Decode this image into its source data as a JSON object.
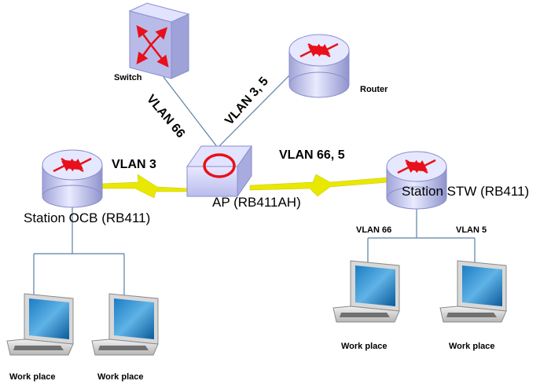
{
  "devices": {
    "switch": {
      "label": "Switch"
    },
    "router": {
      "label": "Router"
    },
    "ap": {
      "label": "AP  (RB411AH)"
    },
    "station_ocb": {
      "label": "Station OCB  (RB411)"
    },
    "station_stw": {
      "label": "Station STW (RB411)"
    }
  },
  "links": {
    "switch_ap": "VLAN 66",
    "router_ap": "VLAN 3, 5",
    "ocb_ap": "VLAN 3",
    "ap_stw": "VLAN 66, 5",
    "stw_left": "VLAN 66",
    "stw_right": "VLAN 5"
  },
  "workplaces": [
    {
      "label": "Work place"
    },
    {
      "label": "Work place"
    },
    {
      "label": "Work place"
    },
    {
      "label": "Work place"
    }
  ],
  "colors": {
    "wire": "#5b7fa6",
    "wireless": "#e8e800",
    "device_body": "#c8cbf0",
    "device_top": "#e6e8ff",
    "arrow": "#e8101a"
  }
}
